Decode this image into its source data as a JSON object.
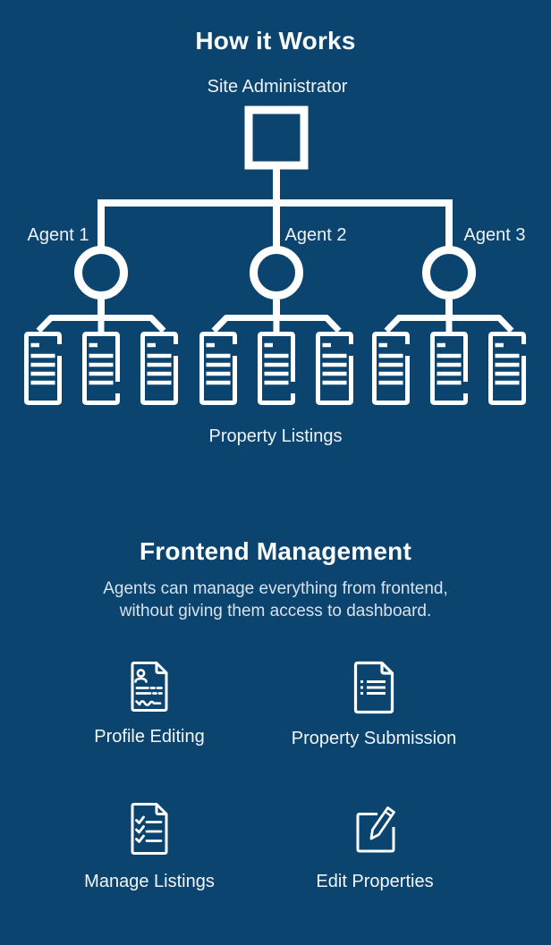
{
  "theme": {
    "background": "#0c4470",
    "line_color": "#ffffff",
    "title_color": "#fbfdfe",
    "label_color": "#eef3f7",
    "paragraph_color": "#d8e2ea"
  },
  "how_it_works": {
    "title": "How it Works",
    "root": {
      "label": "Site Administrator",
      "icon": "admin-square-node"
    },
    "agents": [
      {
        "label": "Agent 1",
        "icon": "agent-circle-node"
      },
      {
        "label": "Agent 2",
        "icon": "agent-circle-node"
      },
      {
        "label": "Agent 3",
        "icon": "agent-circle-node"
      }
    ],
    "listings_per_agent": 3,
    "listings_caption": "Property Listings",
    "listing_icon": "listing-document-icon"
  },
  "frontend_management": {
    "title": "Frontend Management",
    "description": "Agents can manage everything from frontend, without giving them access to dashboard.",
    "features": [
      {
        "label": "Profile Editing",
        "icon": "profile-document-icon"
      },
      {
        "label": "Property Submission",
        "icon": "document-list-icon"
      },
      {
        "label": "Manage Listings",
        "icon": "checklist-document-icon"
      },
      {
        "label": "Edit Properties",
        "icon": "edit-pencil-icon"
      }
    ]
  }
}
